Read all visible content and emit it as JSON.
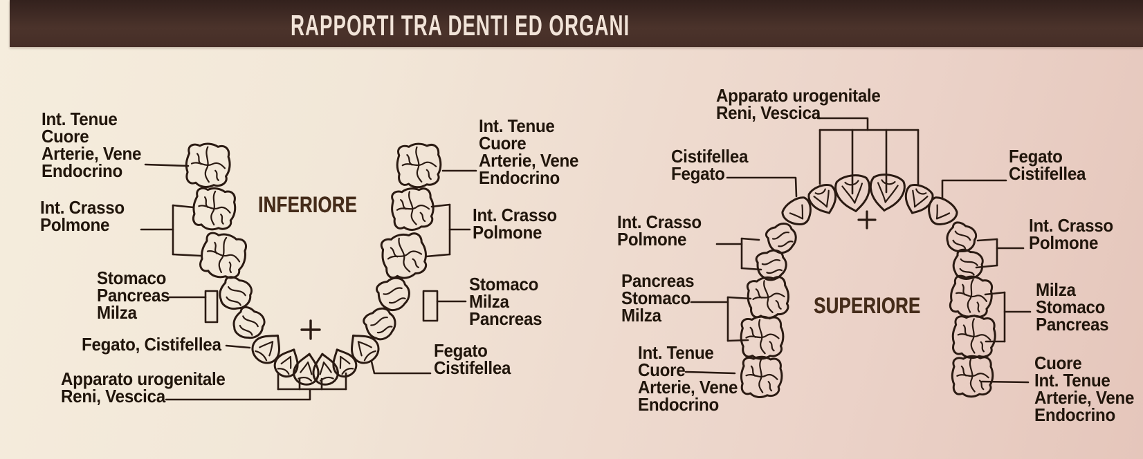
{
  "title": "RAPPORTI TRA DENTI ED ORGANI",
  "diagrams": {
    "inferiore": {
      "name": "INFERIORE",
      "plus_mark": "+",
      "labels": {
        "left_molar1": "Int. Tenue\nCuore\nArterie, Vene\nEndocrino",
        "left_molars23": "Int. Crasso\nPolmone",
        "left_premolars": "Stomaco\nPancreas\nMilza",
        "left_canine": "Fegato, Cistifellea",
        "incisors": "Apparato urogenitale\nReni, Vescica",
        "right_molar1": "Int. Tenue\nCuore\nArterie, Vene\nEndocrino",
        "right_molars23": "Int. Crasso\nPolmone",
        "right_premolars": "Stomaco\nMilza\nPancreas",
        "right_canine": "Fegato\nCistifellea"
      }
    },
    "superiore": {
      "name": "SUPERIORE",
      "plus_mark": "+",
      "labels": {
        "incisors": "Apparato urogenitale\nReni, Vescica",
        "left_canine": "Cistifellea\nFegato",
        "left_premolars": "Int. Crasso\nPolmone",
        "left_molars12": "Pancreas\nStomaco\nMilza",
        "left_molar3": "Int. Tenue\nCuore\nArterie, Vene\nEndocrino",
        "right_canine": "Fegato\nCistifellea",
        "right_premolars": "Int. Crasso\nPolmone",
        "right_molars12": "Milza\nStomaco\nPancreas",
        "right_molar3": "Cuore\nInt. Tenue\nArterie, Vene\nEndocrino"
      }
    }
  },
  "colors": {
    "banner": "#462e27",
    "banner_text": "#f1e3d8",
    "ink": "#2a1a12",
    "heading_ink": "#452c1a",
    "background_left": "#f5eddd",
    "background_right": "#e5c6bb"
  }
}
